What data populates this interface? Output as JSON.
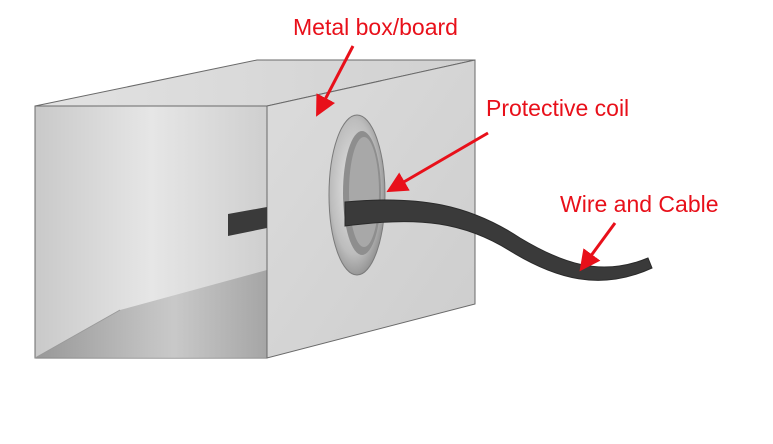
{
  "labels": {
    "metal_box": "Metal box/board",
    "protective_coil": "Protective coil",
    "wire_cable": "Wire and Cable"
  },
  "colors": {
    "label_text": "#e8101a",
    "arrow": "#e8101a",
    "box_face": "#d6d6d6",
    "box_top": "#d9d9d9",
    "cable": "#3a3a3a",
    "grommet": "#b8b8b8",
    "outline": "#555555"
  }
}
